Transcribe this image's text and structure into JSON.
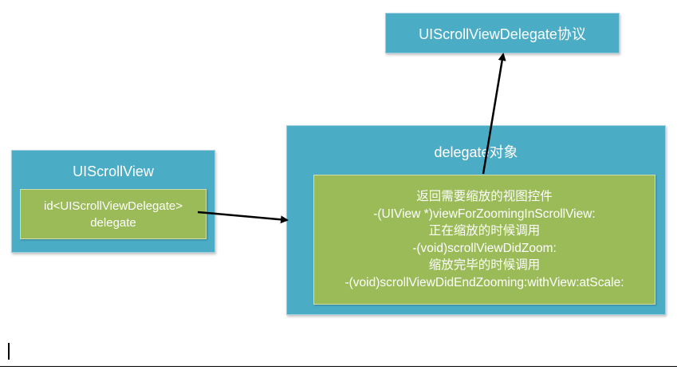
{
  "protocol": {
    "label": "UIScrollViewDelegate协议"
  },
  "scroll_view": {
    "title": "UIScrollView",
    "property_lines": [
      "id<UIScrollViewDelegate>",
      "delegate"
    ]
  },
  "delegate_object": {
    "title": "delegate对象",
    "method_lines": [
      "返回需要缩放的视图控件",
      "-(UIView *)viewForZoomingInScrollView:",
      "正在缩放的时候调用",
      "-(void)scrollViewDidZoom:",
      "缩放完毕的时候调用",
      "-(void)scrollViewDidEndZooming:withView:atScale:"
    ]
  },
  "colors": {
    "container_blue": "#4bacc6",
    "inner_green": "#9bbb59",
    "arrow": "#000000"
  }
}
